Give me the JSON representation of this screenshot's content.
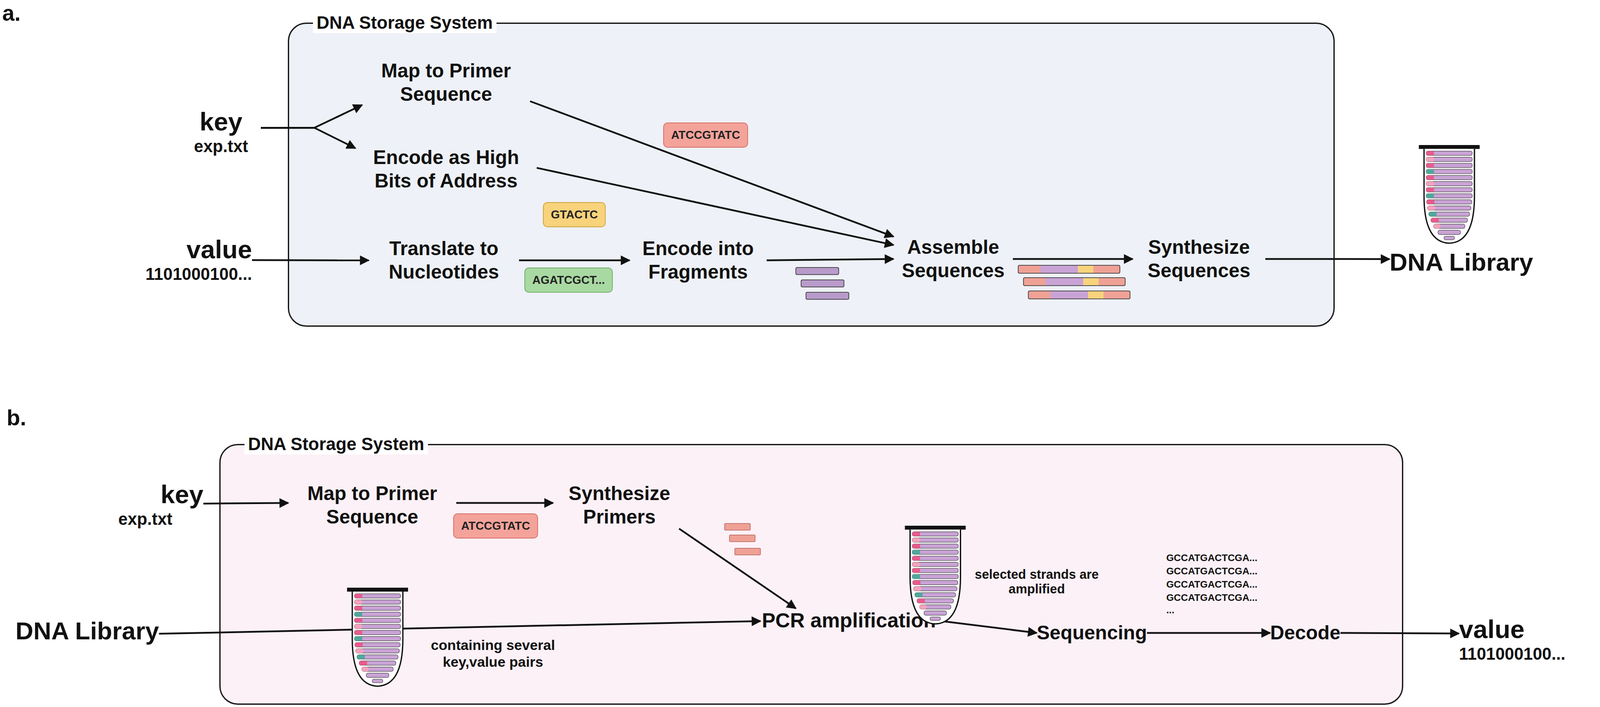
{
  "diagram": {
    "nodes": [
      {
        "text": [
          "key",
          "exp.txt"
        ]
      },
      {
        "text": [
          "DNA Storage System"
        ]
      },
      {
        "text": [
          "Map to Primer Sequence"
        ],
        "in": 1
      },
      {
        "text": [
          "Encode as High Bits of Address"
        ],
        "in": 1
      },
      {
        "text": [
          "ATCCGTATC"
        ],
        "in": 1
      },
      {
        "text": [
          "GTACTC"
        ],
        "in": 1
      },
      {
        "text": [
          "Translate to Nucleotides"
        ],
        "in": 1
      },
      {
        "text": [
          "Encode into Fragments"
        ],
        "in": 1
      },
      {
        "text": [
          "Assemble Sequences"
        ],
        "in": 1
      },
      {
        "text": [
          "Synthesize Sequences"
        ],
        "in": 1
      },
      {
        "text": [
          "AGATCGCT..."
        ],
        "in": 1
      },
      {
        "text": [
          "value",
          "1101000100..."
        ]
      },
      {
        "text": [
          "DNA Library"
        ]
      },
      {
        "text": [
          "DNA Storage System"
        ]
      },
      {
        "text": [
          "key",
          "exp.txt"
        ]
      },
      {
        "text": [
          "Map to Primer Sequence"
        ],
        "in": 13
      },
      {
        "text": [
          "ATCCGTATC"
        ],
        "in": 13
      },
      {
        "text": [
          "Synthesize Primers"
        ],
        "in": 13
      },
      {
        "text": [
          "DNA Library"
        ]
      },
      {
        "text": [
          "PCR amplification"
        ],
        "in": 13
      },
      {
        "text": [
          "Sequencing"
        ],
        "in": 13
      },
      {
        "text": [
          "Decode"
        ],
        "in": 13
      },
      {
        "text": [
          "value",
          "1101000100..."
        ]
      }
    ],
    "edges": [
      {
        "from": 0,
        "to": 2,
        "arrow": "to"
      },
      {
        "from": 0,
        "to": 3,
        "arrow": "to"
      },
      {
        "from": 11,
        "to": 6,
        "arrow": "to"
      },
      {
        "from": 6,
        "to": 7,
        "arrow": "to"
      },
      {
        "from": 7,
        "to": 8,
        "arrow": "to"
      },
      {
        "from": 2,
        "to": 8,
        "arrow": "to"
      },
      {
        "from": 3,
        "to": 8,
        "arrow": "to"
      },
      {
        "from": 8,
        "to": 9,
        "arrow": "to"
      },
      {
        "from": 9,
        "to": 12,
        "arrow": "to"
      },
      {
        "from": 14,
        "to": 15,
        "arrow": "to"
      },
      {
        "from": 15,
        "to": 17,
        "arrow": "to"
      },
      {
        "from": 17,
        "to": 19,
        "arrow": "to"
      },
      {
        "from": 18,
        "to": 19,
        "arrow": "to"
      },
      {
        "from": 19,
        "to": 20,
        "arrow": "to"
      },
      {
        "from": 20,
        "to": 21,
        "arrow": "to"
      },
      {
        "from": 21,
        "to": 22,
        "arrow": "to"
      }
    ],
    "labels": [
      "a.",
      "b.",
      "selected strands are amplified",
      "GCCATGACTCGA...",
      "GCCATGACTCGA...",
      "GCCATGACTCGA...",
      "GCCATGACTCGA...",
      "...",
      "containing several key,value pairs"
    ]
  }
}
